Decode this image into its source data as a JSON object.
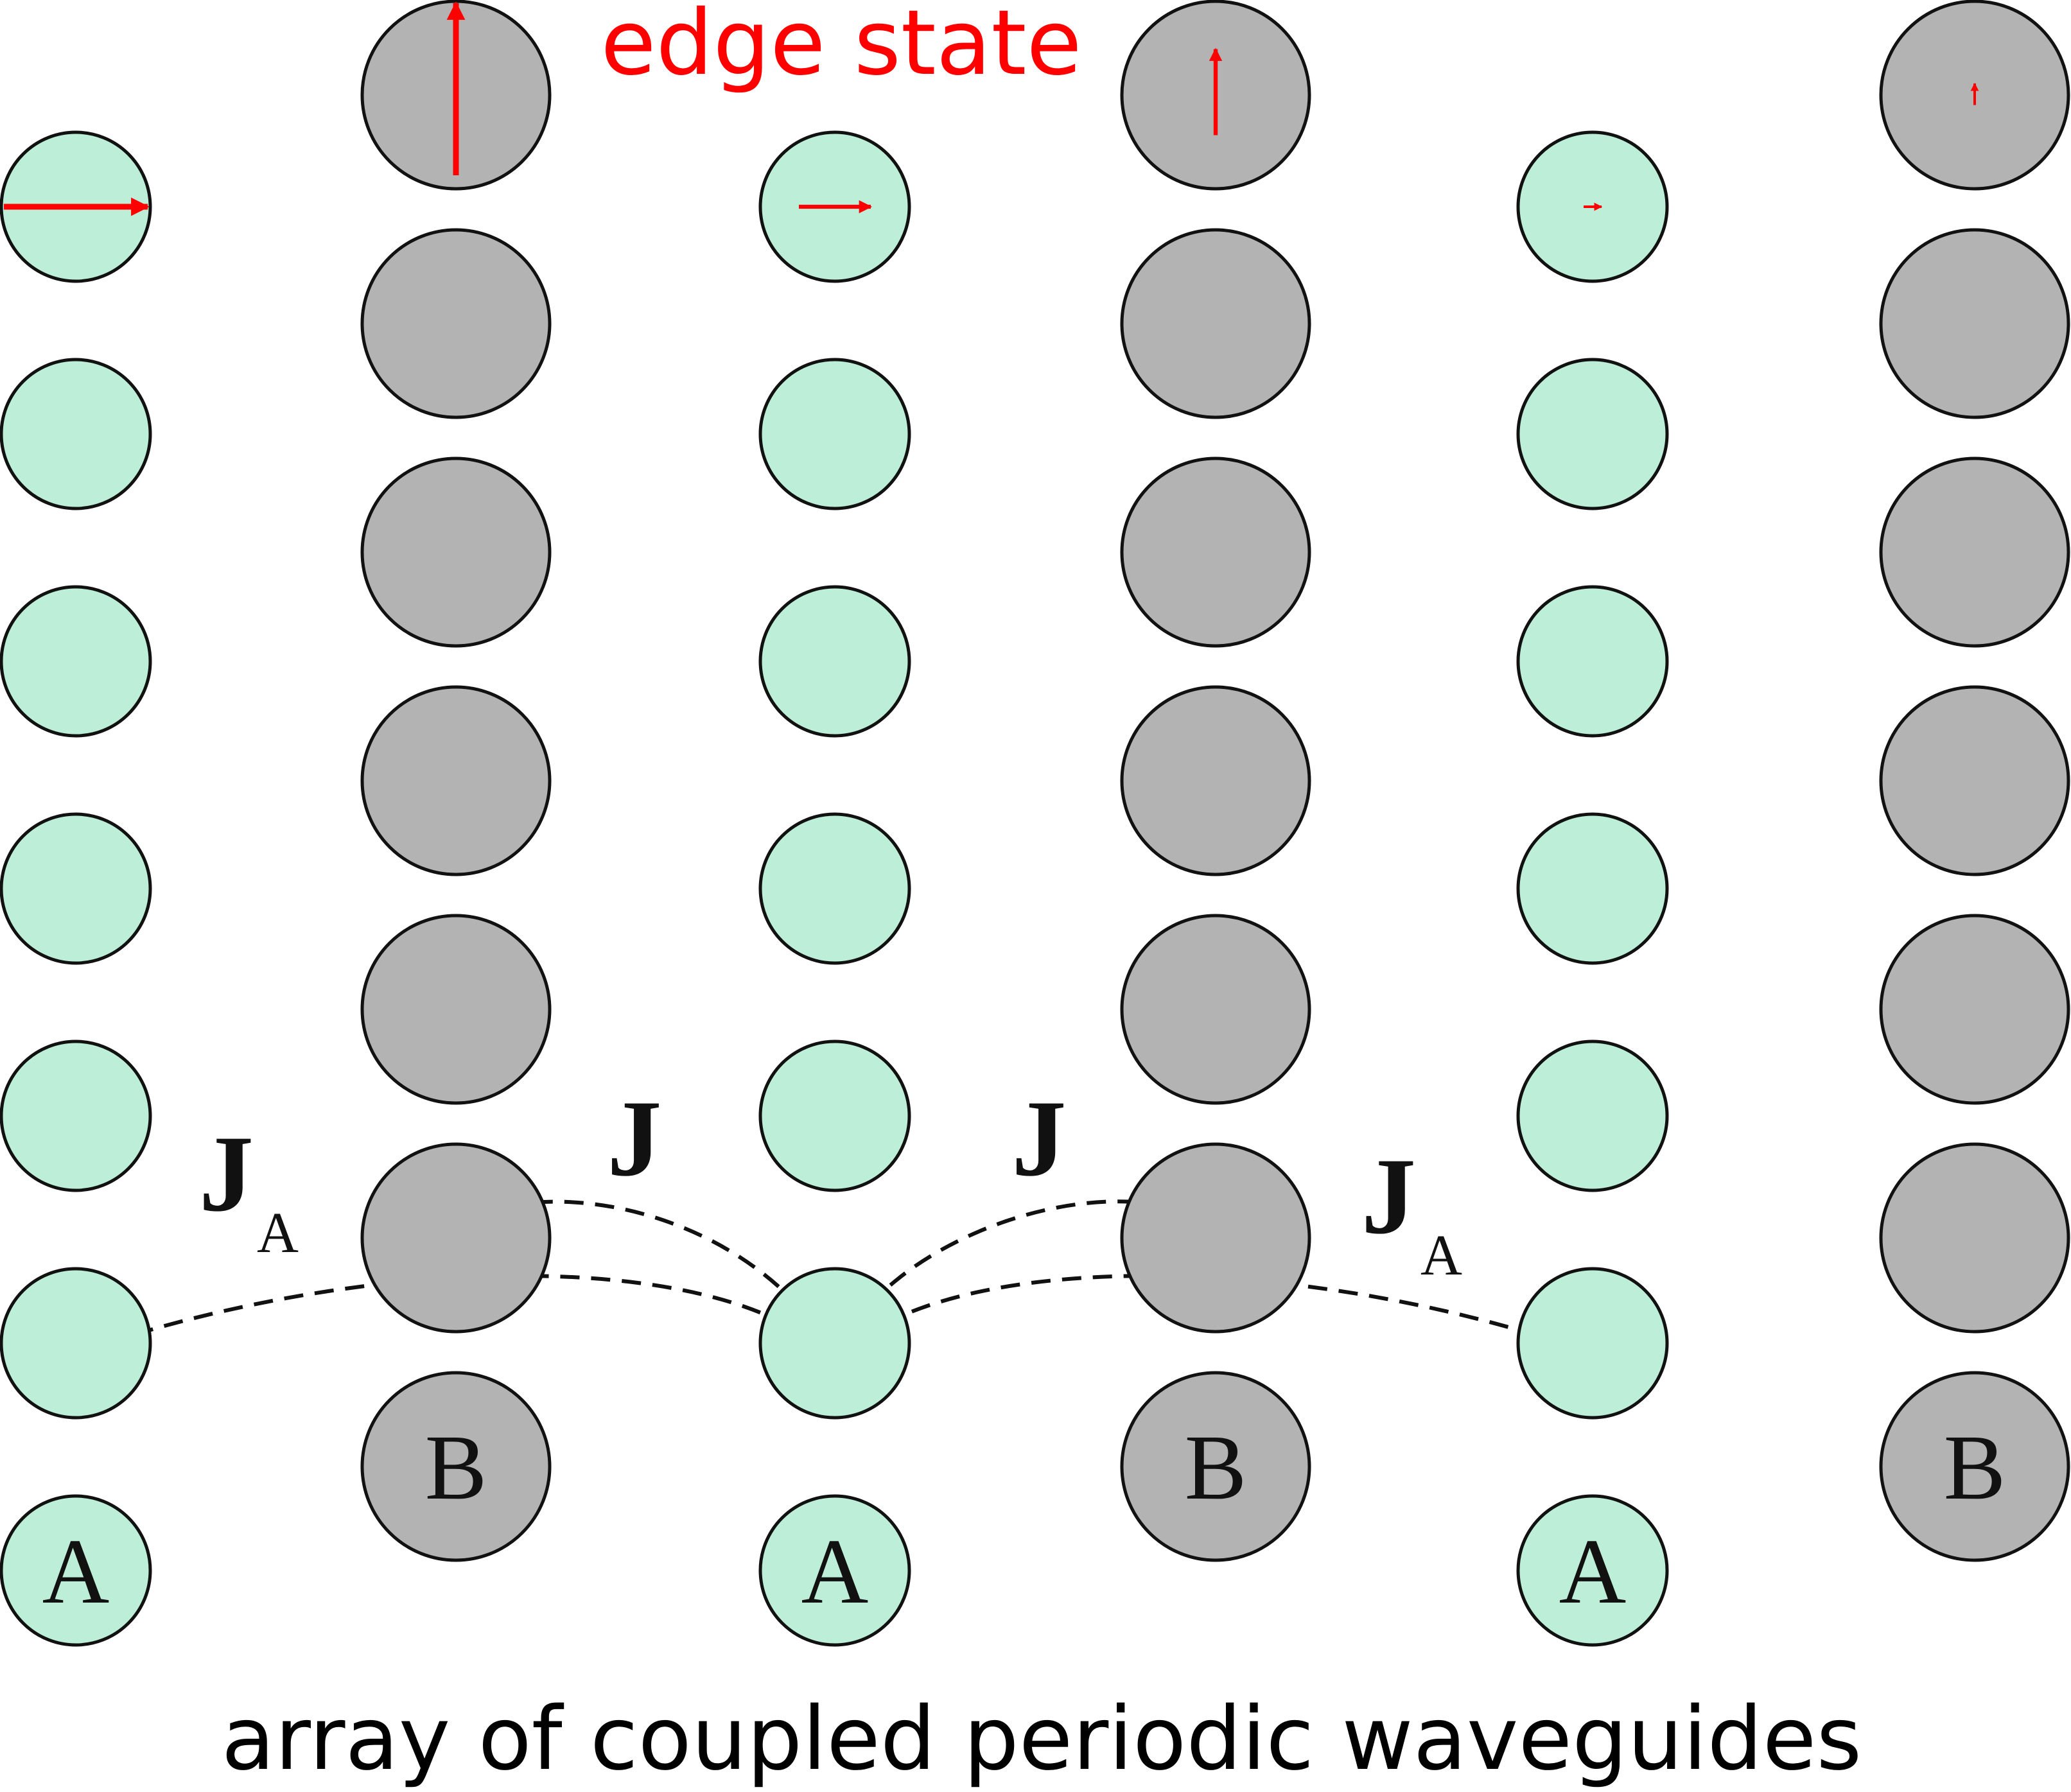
{
  "colors": {
    "site_a_fill": "#bdeed8",
    "site_b_fill": "#b3b3b3",
    "outline": "#111111",
    "edge_state": "#ff0000",
    "background": "#ffffff"
  },
  "labels": {
    "edge_state": "edge state",
    "caption": "array of coupled periodic waveguides",
    "site_a": "A",
    "site_b": "B",
    "coupling_j_left": "J",
    "coupling_j_right": "J",
    "coupling_ja_left_main": "J",
    "coupling_ja_left_sub": "A",
    "coupling_ja_right_main": "J",
    "coupling_ja_right_sub": "A"
  },
  "lattice": {
    "a_columns": 3,
    "a_sites_per_column": 7,
    "b_columns": 3,
    "b_sites_per_column": 7,
    "edge_state_amplitudes": [
      1.0,
      0.5,
      0.125
    ]
  }
}
